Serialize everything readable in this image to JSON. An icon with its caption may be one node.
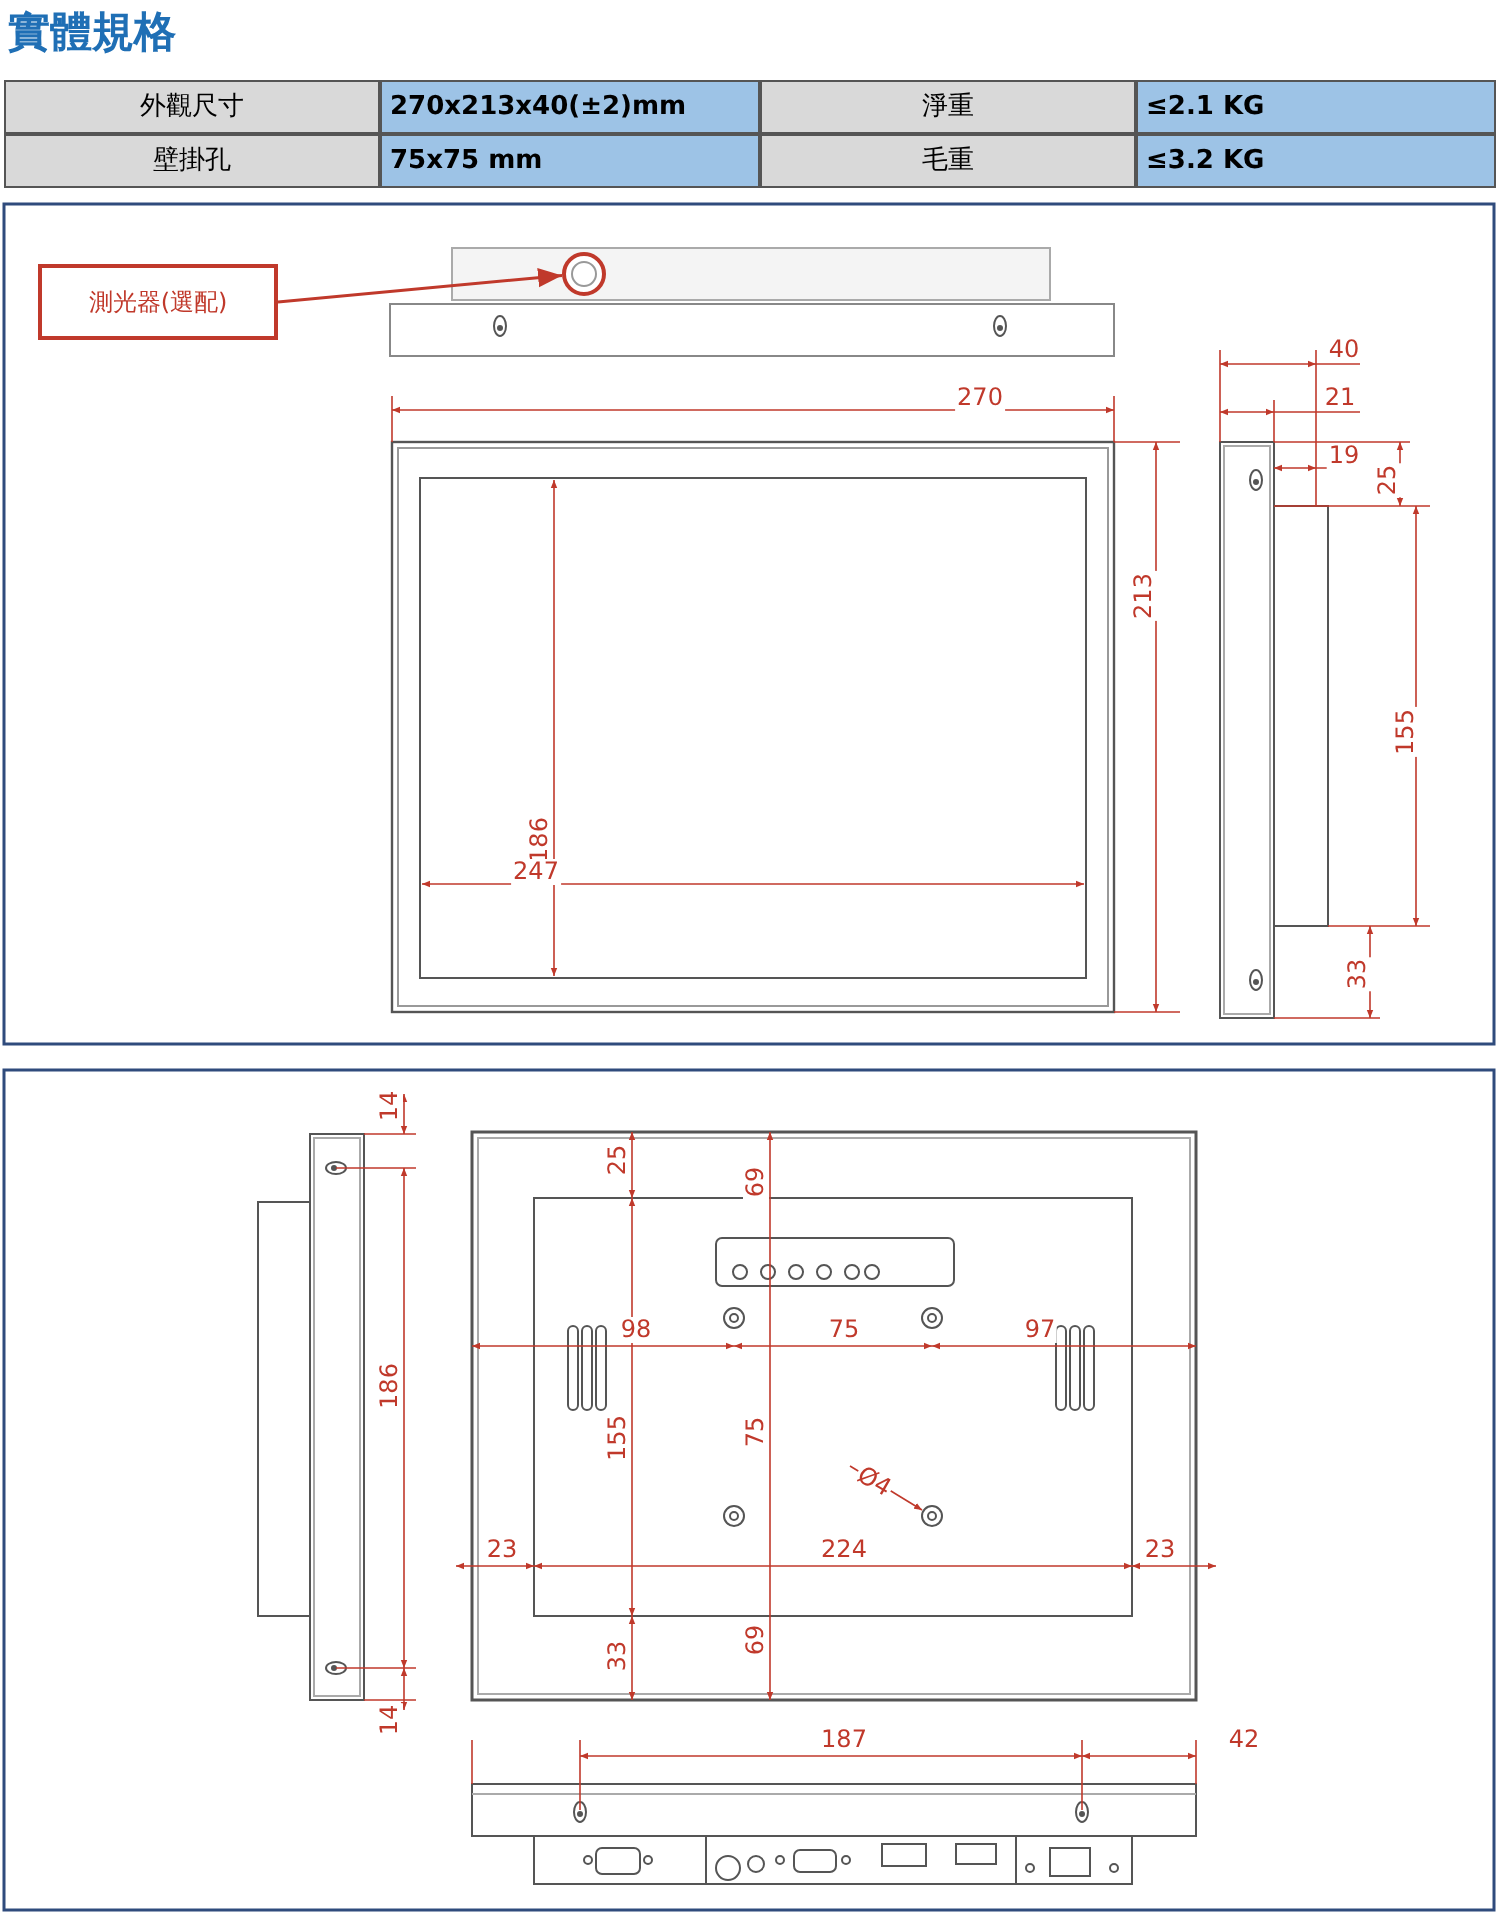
{
  "diagram": {
    "title": "實體規格",
    "nodes": [
      {
        "text": [
          "測光器(選配)"
        ]
      },
      {
        "text": [],
        "shape": "circle"
      }
    ],
    "edges": [
      {
        "from": 0,
        "to": 1,
        "arrow": "to"
      }
    ],
    "labels": [
      "外觀尺寸",
      "270x213x40(±2)mm",
      "淨重",
      "≤2.1 KG",
      "壁掛孔",
      "75x75 mm",
      "毛重",
      "≤3.2 KG",
      "270",
      "40",
      "21",
      "19",
      "25",
      "213",
      "155",
      "186",
      "247",
      "33",
      "14",
      "25",
      "69",
      "186",
      "98",
      "75",
      "97",
      "155",
      "75",
      "Ø4",
      "23",
      "224",
      "23",
      "33",
      "69",
      "14",
      "187",
      "42"
    ]
  }
}
